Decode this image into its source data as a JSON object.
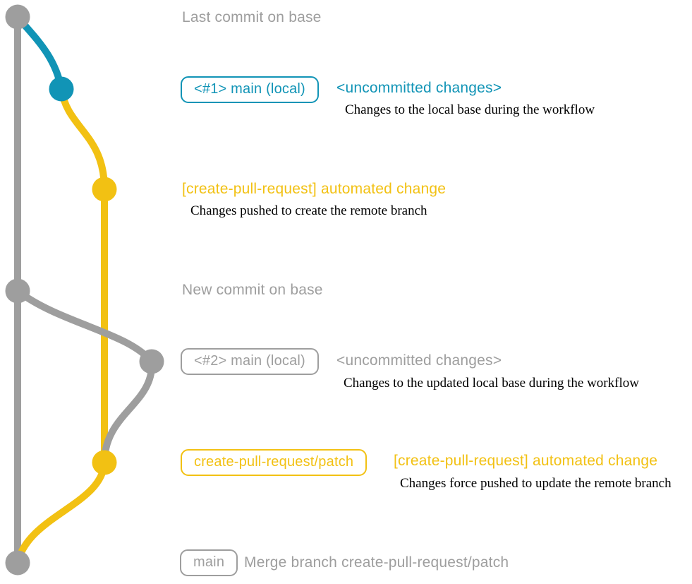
{
  "colors": {
    "gray": "#9e9e9e",
    "teal": "#1194b6",
    "yellow": "#f2c113",
    "ink": "#000000"
  },
  "rows": {
    "last_commit": {
      "text": "Last commit on base"
    },
    "pr1": {
      "badge": "<#1> main (local)",
      "side": "<uncommitted changes>",
      "note": "Changes to the local base during the workflow"
    },
    "auto1": {
      "text": "[create-pull-request] automated change",
      "note": "Changes pushed to create the remote branch"
    },
    "new_commit": {
      "text": "New commit on base"
    },
    "pr2": {
      "badge": "<#2> main (local)",
      "side": "<uncommitted changes>",
      "note": "Changes to the updated local base during the workflow"
    },
    "auto2": {
      "badge": "create-pull-request/patch",
      "side": "[create-pull-request] automated change",
      "note": "Changes force pushed to update the remote branch"
    },
    "merge": {
      "badge": "main",
      "side": "Merge branch create-pull-request/patch"
    }
  }
}
